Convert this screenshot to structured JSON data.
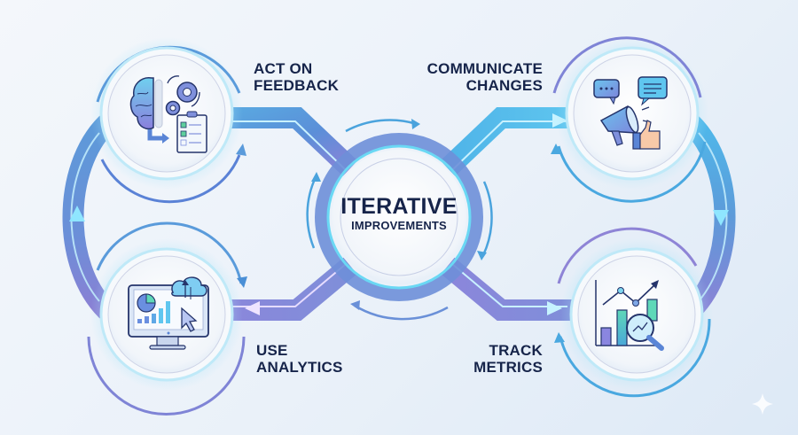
{
  "title": "Iterative Improvements",
  "center": {
    "line1": "ITERATIVE",
    "line2": "IMPROVEMENTS"
  },
  "steps": [
    {
      "id": "act-on-feedback",
      "line1": "ACT ON",
      "line2": "FEEDBACK",
      "icon": "brain-gears-checklist-icon",
      "position": "top-left"
    },
    {
      "id": "communicate-changes",
      "line1": "COMMUNICATE",
      "line2": "CHANGES",
      "icon": "megaphone-chat-thumbsup-icon",
      "position": "top-right"
    },
    {
      "id": "track-metrics",
      "line1": "TRACK",
      "line2": "METRICS",
      "icon": "chart-magnifier-icon",
      "position": "bottom-right"
    },
    {
      "id": "use-analytics",
      "line1": "USE",
      "line2": "ANALYTICS",
      "icon": "monitor-analytics-cloud-icon",
      "position": "bottom-left"
    }
  ],
  "flow": [
    "act-on-feedback",
    "communicate-changes",
    "track-metrics",
    "use-analytics",
    "act-on-feedback"
  ],
  "colors": {
    "text": "#16244a",
    "cyan": "#4fc3ee",
    "blue": "#4d8fd6",
    "violet": "#7f86d8",
    "background": "#eef3f9"
  }
}
